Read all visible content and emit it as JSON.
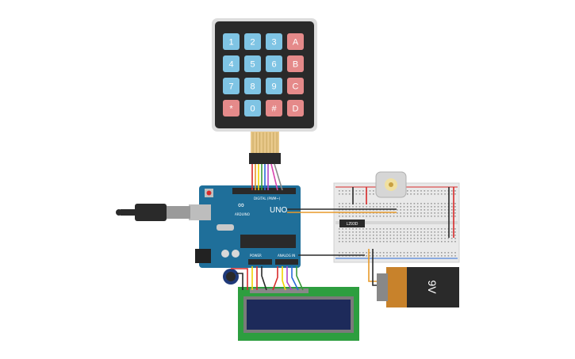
{
  "keypad": {
    "rows": [
      [
        "1",
        "2",
        "3",
        "A"
      ],
      [
        "4",
        "5",
        "6",
        "B"
      ],
      [
        "7",
        "8",
        "9",
        "C"
      ],
      [
        "*",
        "0",
        "#",
        "D"
      ]
    ],
    "colors": {
      "number": "#7fc4e4",
      "letter": "#e58a8a",
      "body": "#2a2a2a",
      "frame": "#dddddd"
    }
  },
  "arduino": {
    "brand": "UNO",
    "logo_text": "ARDUINO",
    "header_text": "DIGITAL (PWM~)",
    "power_text": "POWER",
    "analog_text": "ANALOG IN",
    "color": "#1f6f9a"
  },
  "breadboard": {
    "chip_label": "L293D",
    "color": "#e9e9e9"
  },
  "battery": {
    "label": "9V",
    "body_color": "#2a2a2a",
    "cap_color": "#c8822b"
  },
  "lcd": {
    "board_color": "#2d9e3f",
    "screen_color": "#1d2a5a"
  },
  "wire_colors": [
    "#f2d400",
    "#3a9a3a",
    "#b046c8",
    "#d82a2a",
    "#2a2a2a",
    "#e89a2a",
    "#5a5a5a"
  ]
}
